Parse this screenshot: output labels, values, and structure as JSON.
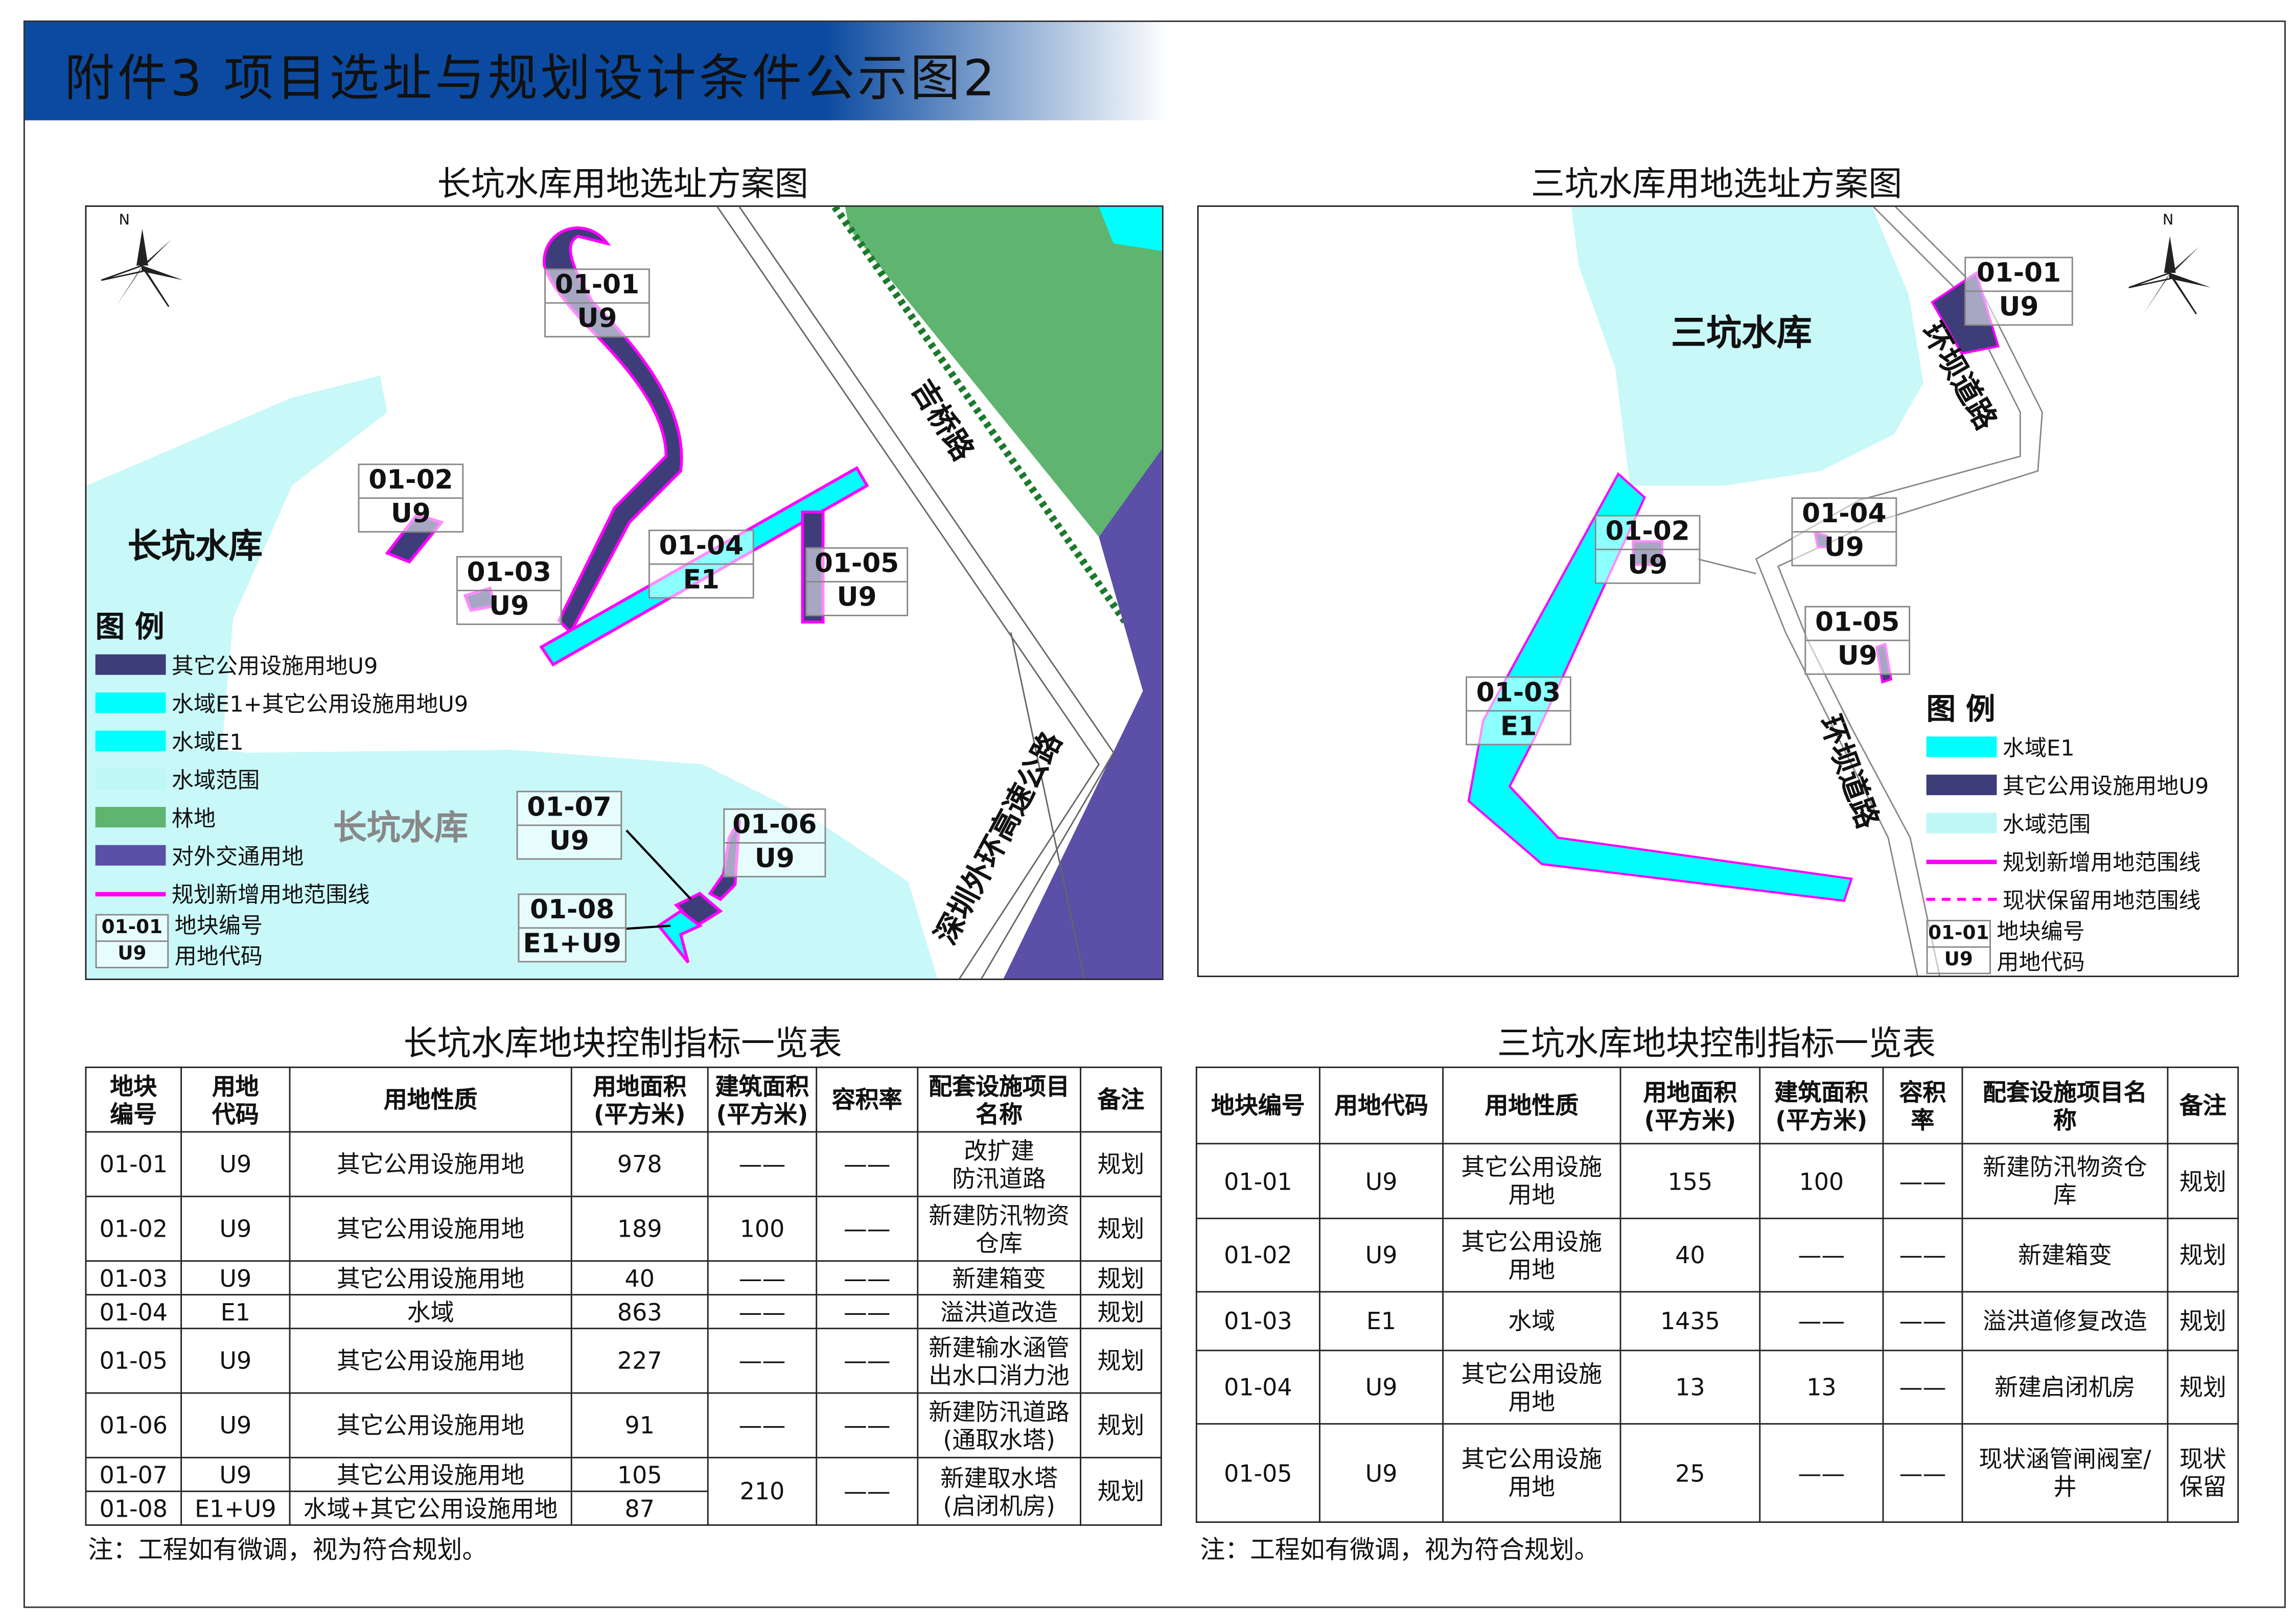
{
  "title": "附件3  项目选址与规划设计条件公示图2",
  "left_map": {
    "caption": "长坑水库用地选址方案图",
    "reservoir_label": "长坑水库",
    "water_label": "长坑水库",
    "roads": [
      "吉桥路",
      "深圳外环高速公路"
    ],
    "north": "N",
    "parcels": [
      {
        "id": "01-01",
        "code": "U9"
      },
      {
        "id": "01-02",
        "code": "U9"
      },
      {
        "id": "01-03",
        "code": "U9"
      },
      {
        "id": "01-04",
        "code": "E1"
      },
      {
        "id": "01-05",
        "code": "U9"
      },
      {
        "id": "01-06",
        "code": "U9"
      },
      {
        "id": "01-07",
        "code": "U9"
      },
      {
        "id": "01-08",
        "code": "E1+U9"
      }
    ],
    "legend": {
      "title": "图 例",
      "items": [
        {
          "label": "其它公用设施用地U9",
          "color": "#3d3d7a"
        },
        {
          "label": "水域E1+其它公用设施用地U9",
          "color": "#00ffff"
        },
        {
          "label": "水域E1",
          "color": "#00ffff"
        },
        {
          "label": "水域范围",
          "color": "#bff7f7"
        },
        {
          "label": "林地",
          "color": "#5fb56f"
        },
        {
          "label": "对外交通用地",
          "color": "#5b4fa8"
        },
        {
          "label": "规划新增用地范围线",
          "color": "#ff00ff"
        }
      ],
      "sample_id": "01-01",
      "sample_id_label": "地块编号",
      "sample_code": "U9",
      "sample_code_label": "用地代码"
    }
  },
  "right_map": {
    "caption": "三坑水库用地选址方案图",
    "reservoir_label": "三坑水库",
    "roads": [
      "环坝道路",
      "环坝道路"
    ],
    "north": "N",
    "parcels": [
      {
        "id": "01-01",
        "code": "U9"
      },
      {
        "id": "01-02",
        "code": "U9"
      },
      {
        "id": "01-03",
        "code": "E1"
      },
      {
        "id": "01-04",
        "code": "U9"
      },
      {
        "id": "01-05",
        "code": "U9"
      }
    ],
    "legend": {
      "title": "图 例",
      "items": [
        {
          "label": "水域E1",
          "color": "#00ffff"
        },
        {
          "label": "其它公用设施用地U9",
          "color": "#3d3d7a"
        },
        {
          "label": "水域范围",
          "color": "#bff7f7"
        },
        {
          "label": "规划新增用地范围线",
          "color": "#ff00ff"
        },
        {
          "label": "现状保留用地范围线",
          "color": "#ff00ff"
        }
      ],
      "sample_id": "01-01",
      "sample_id_label": "地块编号",
      "sample_code": "U9",
      "sample_code_label": "用地代码"
    }
  },
  "left_table": {
    "caption": "长坑水库地块控制指标一览表",
    "headers": [
      "地块\n编号",
      "用地\n代码",
      "用地性质",
      "用地面积\n(平方米)",
      "建筑面积\n(平方米)",
      "容积率",
      "配套设施项目\n名称",
      "备注"
    ],
    "rows": [
      [
        "01-01",
        "U9",
        "其它公用设施用地",
        "978",
        "——",
        "——",
        "改扩建\n防汛道路",
        "规划"
      ],
      [
        "01-02",
        "U9",
        "其它公用设施用地",
        "189",
        "100",
        "——",
        "新建防汛物资\n仓库",
        "规划"
      ],
      [
        "01-03",
        "U9",
        "其它公用设施用地",
        "40",
        "——",
        "——",
        "新建箱变",
        "规划"
      ],
      [
        "01-04",
        "E1",
        "水域",
        "863",
        "——",
        "——",
        "溢洪道改造",
        "规划"
      ],
      [
        "01-05",
        "U9",
        "其它公用设施用地",
        "227",
        "——",
        "——",
        "新建输水涵管\n出水口消力池",
        "规划"
      ],
      [
        "01-06",
        "U9",
        "其它公用设施用地",
        "91",
        "——",
        "——",
        "新建防汛道路\n(通取水塔)",
        "规划"
      ],
      [
        "01-07",
        "U9",
        "其它公用设施用地",
        "105",
        "210",
        "——",
        "新建取水塔\n(启闭机房)",
        "规划"
      ],
      [
        "01-08",
        "E1+U9",
        "水域+其它公用设施用地",
        "87"
      ]
    ],
    "note": "注：工程如有微调，视为符合规划。"
  },
  "right_table": {
    "caption": "三坑水库地块控制指标一览表",
    "headers": [
      "地块编号",
      "用地代码",
      "用地性质",
      "用地面积\n(平方米)",
      "建筑面积\n(平方米)",
      "容积\n率",
      "配套设施项目名\n称",
      "备注"
    ],
    "rows": [
      [
        "01-01",
        "U9",
        "其它公用设施\n用地",
        "155",
        "100",
        "——",
        "新建防汛物资仓\n库",
        "规划"
      ],
      [
        "01-02",
        "U9",
        "其它公用设施\n用地",
        "40",
        "——",
        "——",
        "新建箱变",
        "规划"
      ],
      [
        "01-03",
        "E1",
        "水域",
        "1435",
        "——",
        "——",
        "溢洪道修复改造",
        "规划"
      ],
      [
        "01-04",
        "U9",
        "其它公用设施\n用地",
        "13",
        "13",
        "——",
        "新建启闭机房",
        "规划"
      ],
      [
        "01-05",
        "U9",
        "其它公用设施\n用地",
        "25",
        "——",
        "——",
        "现状涵管闸阀室/\n井",
        "现状\n保留"
      ]
    ],
    "note": "注：工程如有微调，视为符合规划。"
  }
}
